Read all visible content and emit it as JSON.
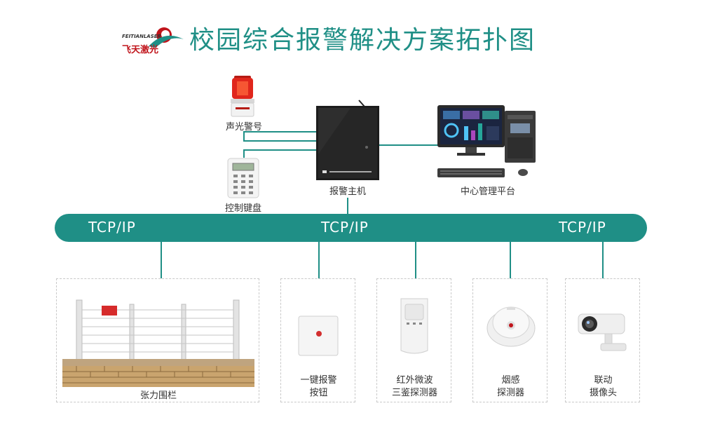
{
  "header": {
    "title": "校园综合报警解决方案拓扑图",
    "logo_text_en": "FEITIANLASER",
    "logo_text_cn": "飞天激光",
    "brand_color": "#1f8f86",
    "logo_color": "#c0141b"
  },
  "top_devices": {
    "siren_label": "声光警号",
    "keypad_label": "控制键盘",
    "host_label": "报警主机",
    "platform_label": "中心管理平台"
  },
  "bus": {
    "labels": [
      "TCP/IP",
      "TCP/IP",
      "TCP/IP"
    ]
  },
  "bottom_devices": {
    "fence": "张力围栏",
    "button_line1": "一键报警",
    "button_line2": "按钮",
    "ir_line1": "红外微波",
    "ir_line2": "三鉴探测器",
    "smoke_line1": "烟感",
    "smoke_line2": "探测器",
    "camera_line1": "联动",
    "camera_line2": "摄像头"
  },
  "icons": [
    "logo-swirl-icon",
    "siren-icon",
    "keypad-icon",
    "alarm-host-icon",
    "monitor-icon",
    "pc-tower-icon",
    "keyboard-icon",
    "mouse-icon",
    "fence-icon",
    "panic-button-icon",
    "ir-detector-icon",
    "smoke-detector-icon",
    "camera-icon"
  ]
}
